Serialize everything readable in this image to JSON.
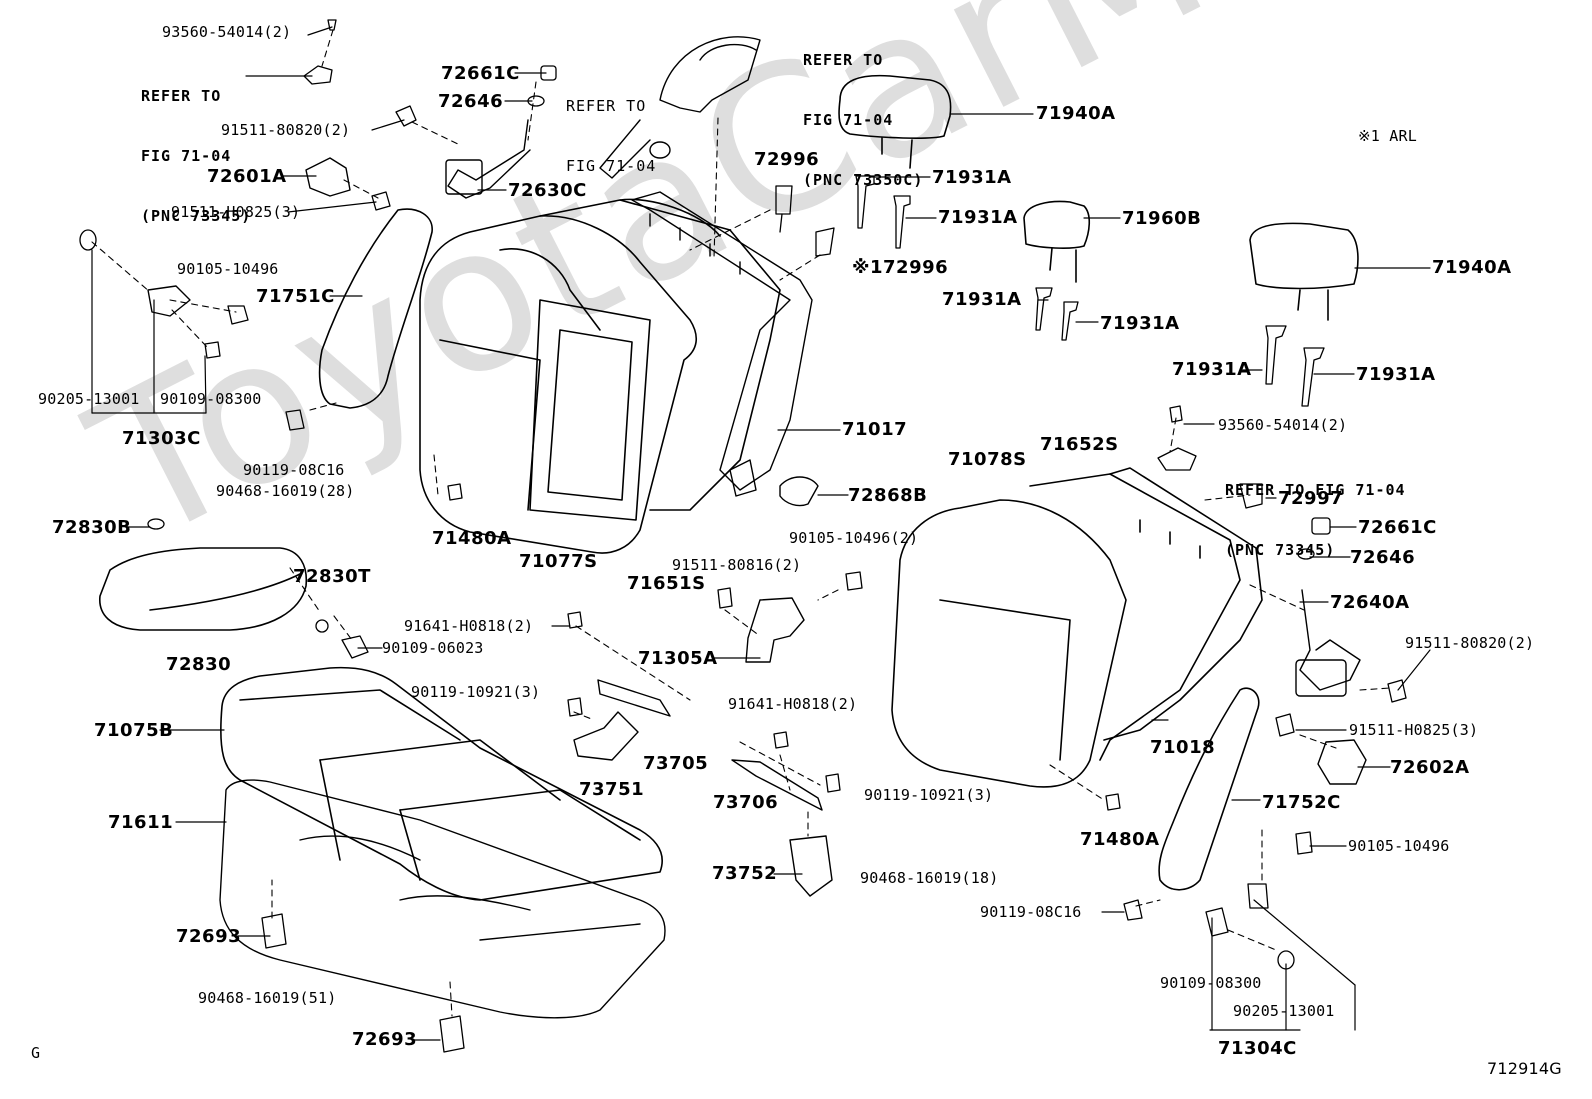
{
  "watermark": "ToyotaCarMine.ru",
  "corner_left": "G",
  "figure_code": "712914G",
  "note": "※1 ARL",
  "refs": {
    "tl": [
      "REFER TO",
      "FIG 71-04",
      "(PNC 73345)"
    ],
    "tc": [
      "REFER TO",
      "FIG 71-04"
    ],
    "tr": [
      "REFER TO",
      "FIG 71-04",
      "(PNC 73350C)"
    ],
    "mr": [
      "REFER TO FIG 71-04",
      "(PNC 73345)"
    ]
  },
  "labels": {
    "p93560a": "93560-54014(2)",
    "p72661c_a": "72661C",
    "p72646_a": "72646",
    "p71940a_a": "71940A",
    "p91511_80820_a": "91511-80820(2)",
    "p72630c": "72630C",
    "p72601a": "72601A",
    "p91511_h0825_a": "91511-H0825(3)",
    "p72996": "72996",
    "p71931a_1": "71931A",
    "p71931a_2": "71931A",
    "p172996": "※172996",
    "p71960b": "71960B",
    "p71940a_b": "71940A",
    "p90105_a": "90105-10496",
    "p71751c": "71751C",
    "p71931a_3": "71931A",
    "p71931a_4": "71931A",
    "p71931a_5": "71931A",
    "p71931a_6": "71931A",
    "p90205_a": "90205-13001",
    "p90109_a": "90109-08300",
    "p71303c": "71303C",
    "p71017": "71017",
    "p93560b": "93560-54014(2)",
    "p90119_08c16_a": "90119-08C16",
    "p90468_28": "90468-16019(28)",
    "p71078s": "71078S",
    "p71652s": "71652S",
    "p72868b": "72868B",
    "p72997": "72997",
    "p72830b": "72830B",
    "p71480a_a": "71480A",
    "p71077s": "71077S",
    "p90105_b": "90105-10496(2)",
    "p72661c_b": "72661C",
    "p91511_80816": "91511-80816(2)",
    "p71651s": "71651S",
    "p72646_b": "72646",
    "p72830t": "72830T",
    "p72640a": "72640A",
    "p91641_a": "91641-H0818(2)",
    "p90109_06023": "90109-06023",
    "p71305a": "71305A",
    "p91511_80820_b": "91511-80820(2)",
    "p72830": "72830",
    "p90119_10921_a": "90119-10921(3)",
    "p91641_b": "91641-H0818(2)",
    "p71075b": "71075B",
    "p91511_h0825_b": "91511-H0825(3)",
    "p71018": "71018",
    "p73705": "73705",
    "p72602a": "72602A",
    "p73751": "73751",
    "p73706": "73706",
    "p90119_10921_b": "90119-10921(3)",
    "p71752c": "71752C",
    "p71611": "71611",
    "p71480a_b": "71480A",
    "p90105_c": "90105-10496",
    "p73752": "73752",
    "p90468_18": "90468-16019(18)",
    "p90119_08c16_b": "90119-08C16",
    "p72693_a": "72693",
    "p90109_b": "90109-08300",
    "p90468_51": "90468-16019(51)",
    "p90205_b": "90205-13001",
    "p72693_b": "72693",
    "p71304c": "71304C"
  }
}
